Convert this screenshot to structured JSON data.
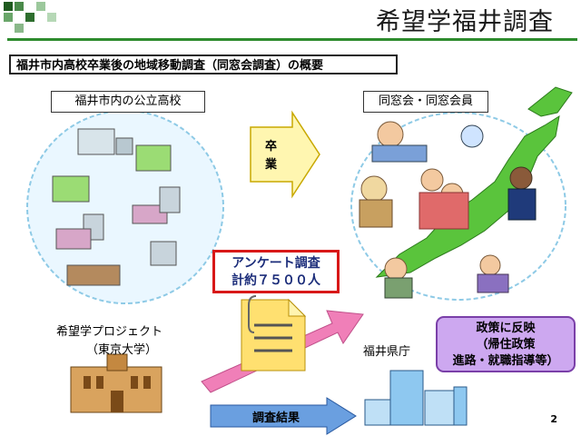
{
  "title": "希望学福井調査",
  "subtitle": "福井市内高校卒業後の地域移動調査（同窓会調査）の概要",
  "schools_label": "福井市内の公立高校",
  "alumni_label": "同窓会・同窓会員",
  "graduation_arrow": [
    "卒",
    "業"
  ],
  "survey": {
    "line1": "アンケート調査",
    "line2": "計約７５００人"
  },
  "project": {
    "name": "希望学プロジェクト",
    "org": "（東京大学）"
  },
  "result_label": "調査結果",
  "prefecture_label": "福井県庁",
  "policy": {
    "line1": "政策に反映",
    "line2": "（帰住政策",
    "line3": "進路・就職指導等）"
  },
  "page_number": "2",
  "colors": {
    "title_rule": "#2e8b2e",
    "survey_border": "#d81818",
    "policy_fill": "#cda8f0",
    "arrow_pink": "#f07fb8",
    "arrow_blue": "#6a9fe0",
    "map_green": "#5ac43c"
  }
}
